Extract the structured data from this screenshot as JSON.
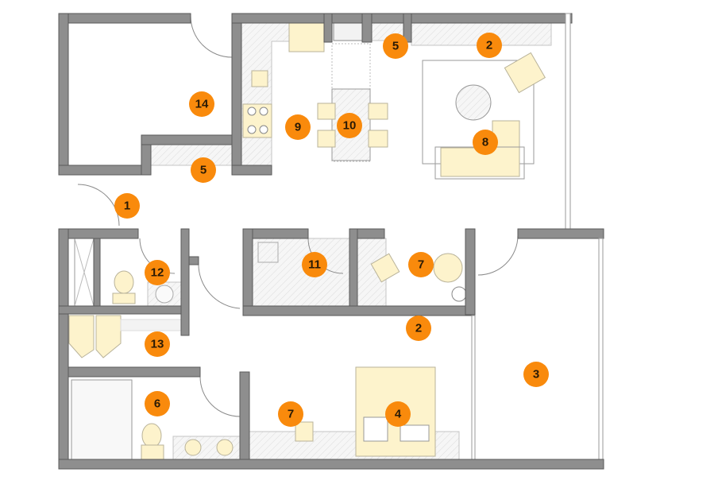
{
  "plan": {
    "marker_color": "#f98a0c",
    "markers": [
      "14",
      "5",
      "2",
      "9",
      "10",
      "8",
      "5",
      "1",
      "12",
      "11",
      "7",
      "2",
      "13",
      "3",
      "6",
      "7",
      "4"
    ]
  }
}
